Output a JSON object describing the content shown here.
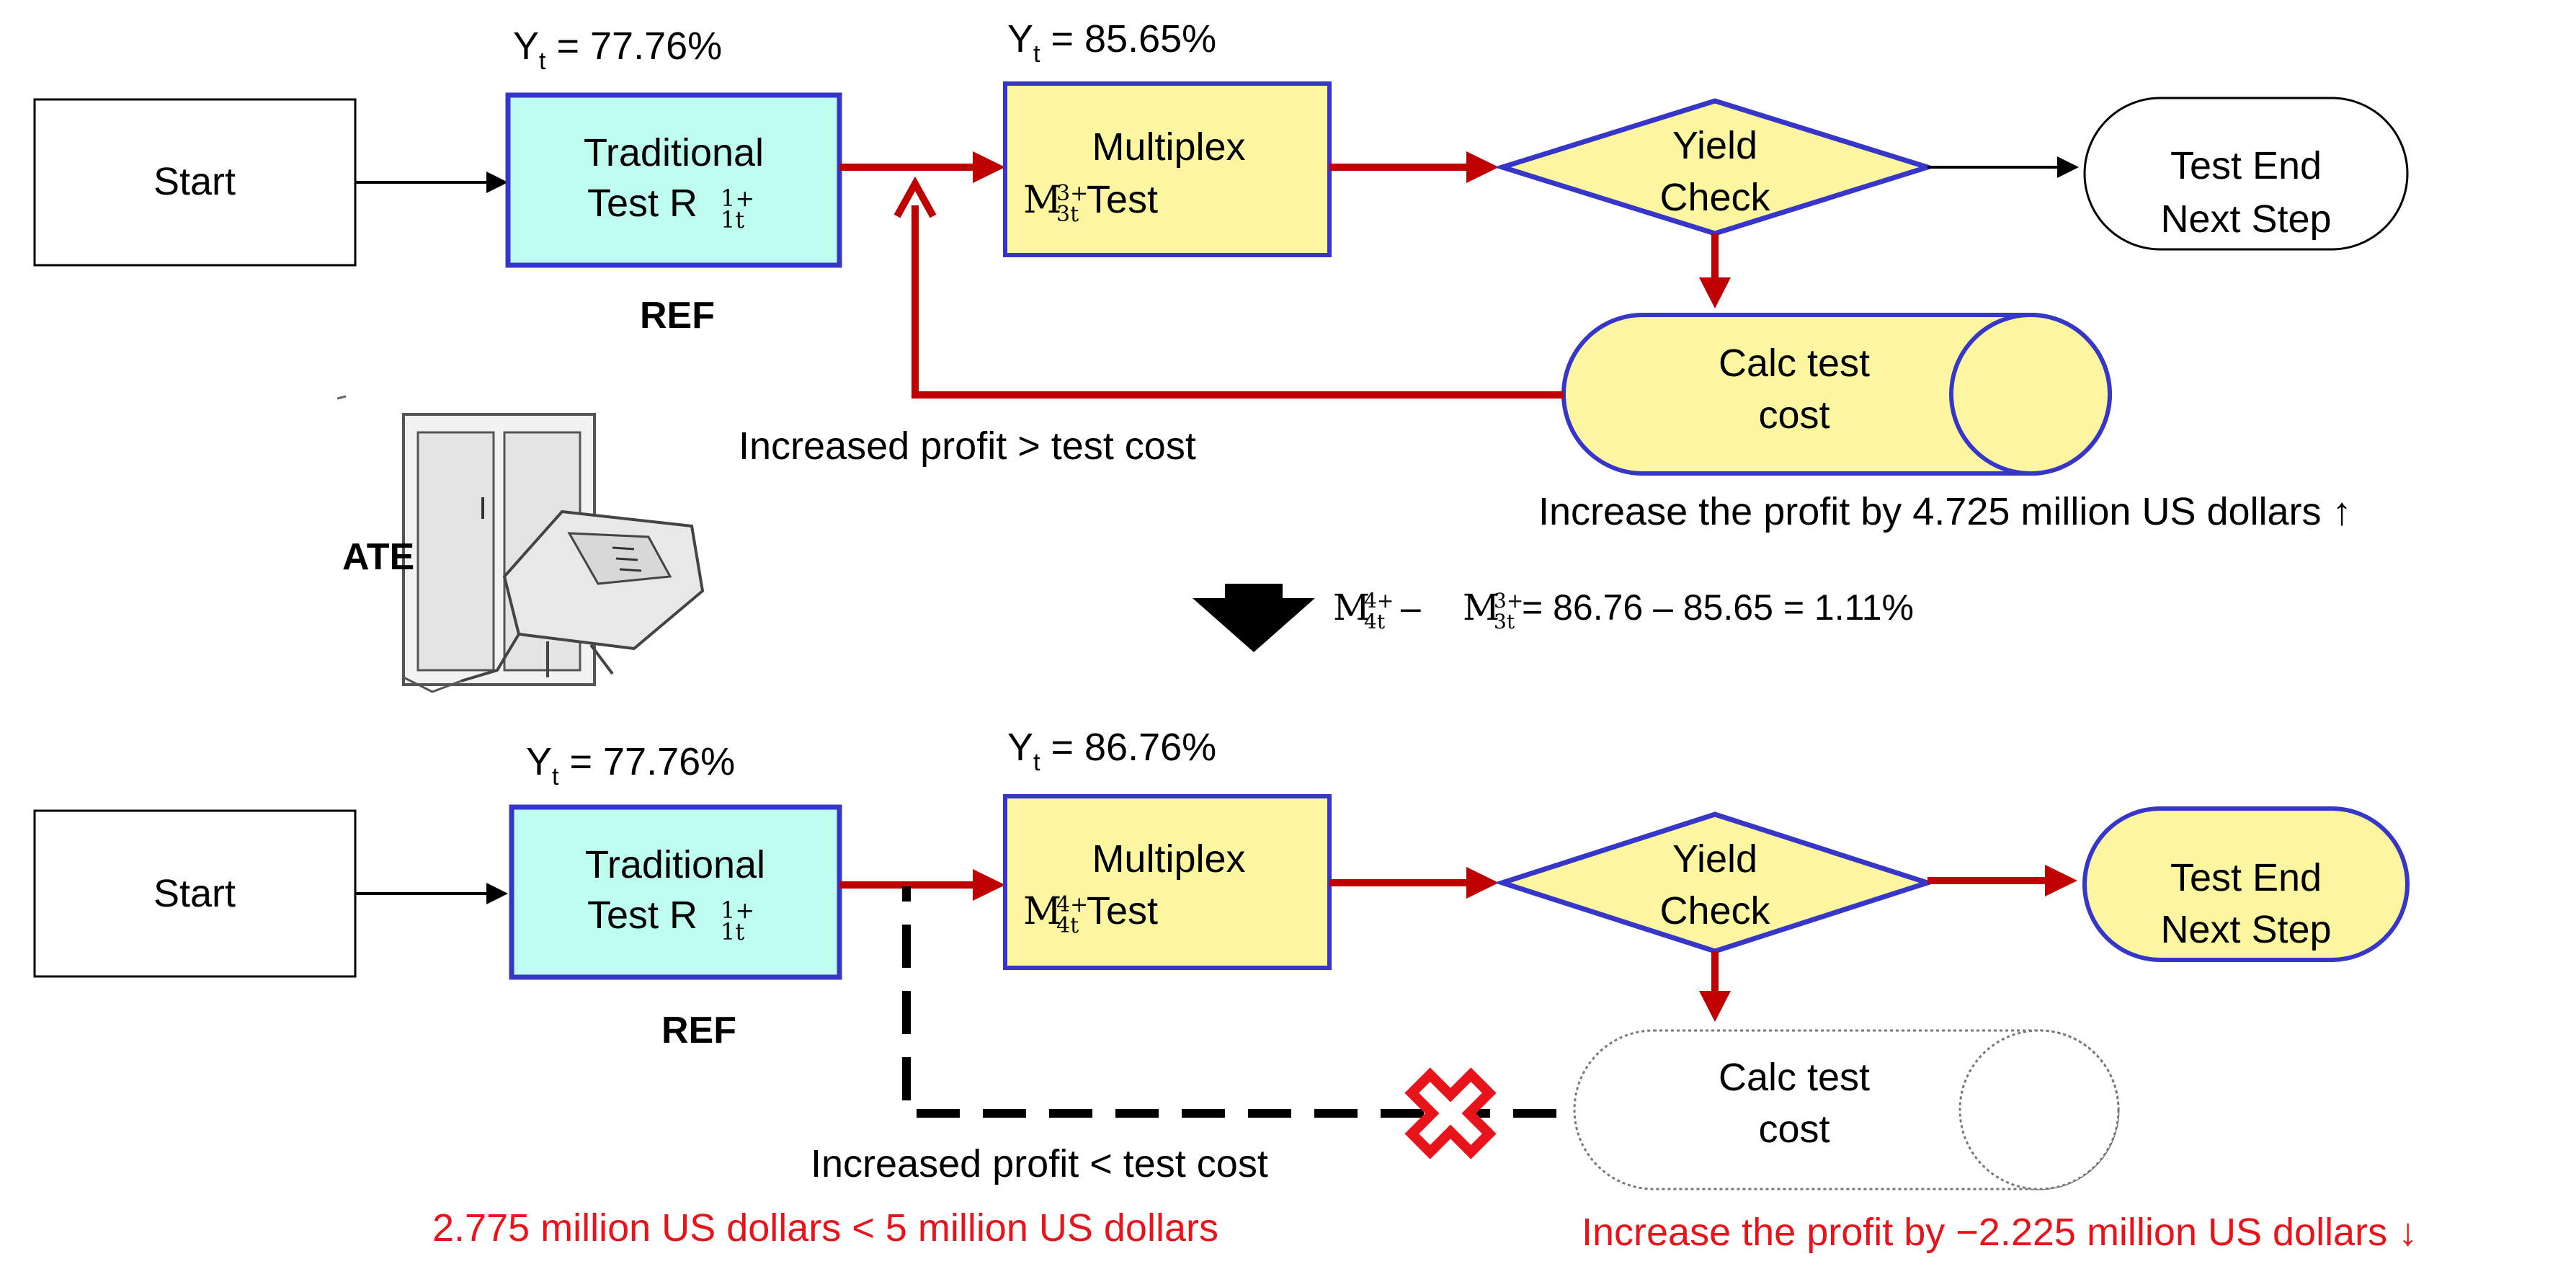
{
  "colors": {
    "red_arrow": "#c00000",
    "red_text": "#e8141b",
    "box_border": "#3636c9",
    "teal_fill": "#bffcf0",
    "yellow_fill": "#fdf6a0",
    "white_fill": "#ffffff"
  },
  "top": {
    "start_label": "Start",
    "trad_yield": "Yt = 77.76%",
    "trad_yield_parts": {
      "Y": "Y",
      "sub": "t",
      "rest": " = 77.76%"
    },
    "trad_line1": "Traditional",
    "trad_line2": "Test R",
    "trad_sup": "1+",
    "trad_sub": "1t",
    "ref_label": "REF",
    "multi_yield_parts": {
      "Y": "Y",
      "sub": "t",
      "rest": " = 85.65%"
    },
    "multi_line1": "Multiplex",
    "multi_sym": "M",
    "multi_sup": "3+",
    "multi_sub": "3t",
    "multi_line2": " Test",
    "yield_check_line1": "Yield",
    "yield_check_line2": "Check",
    "test_end_line1": "Test End",
    "test_end_line2": "Next Step",
    "calc_line1": "Calc test",
    "calc_line2": "cost",
    "feedback_label": "Increased profit > test cost",
    "profit_note": "Increase the profit by 4.725 million US dollars ↑"
  },
  "middle": {
    "ate_label": "ATE",
    "formula_M1": "M",
    "formula_M1_sup": "4+",
    "formula_M1_sub": "4t",
    "formula_minus": " – ",
    "formula_M2": "M",
    "formula_M2_sup": "3+",
    "formula_M2_sub": "3t",
    "formula_rest": "= 86.76 – 85.65 = 1.11%"
  },
  "bottom": {
    "start_label": "Start",
    "trad_yield_parts": {
      "Y": "Y",
      "sub": "t",
      "rest": " = 77.76%"
    },
    "trad_line1": "Traditional",
    "trad_line2": "Test R",
    "trad_sup": "1+",
    "trad_sub": "1t",
    "ref_label": "REF",
    "multi_yield_parts": {
      "Y": "Y",
      "sub": "t",
      "rest": " = 86.76%"
    },
    "multi_line1": "Multiplex",
    "multi_sym": "M",
    "multi_sup": "4+",
    "multi_sub": "4t",
    "multi_line2": " Test",
    "yield_check_line1": "Yield",
    "yield_check_line2": "Check",
    "test_end_line1": "Test End",
    "test_end_line2": "Next Step",
    "calc_line1": "Calc test",
    "calc_line2": "cost",
    "feedback_label": "Increased profit < test cost",
    "compare_note": "2.775 million US dollars < 5 million US dollars",
    "profit_note": "Increase the profit by −2.225 million US dollars ↓"
  }
}
